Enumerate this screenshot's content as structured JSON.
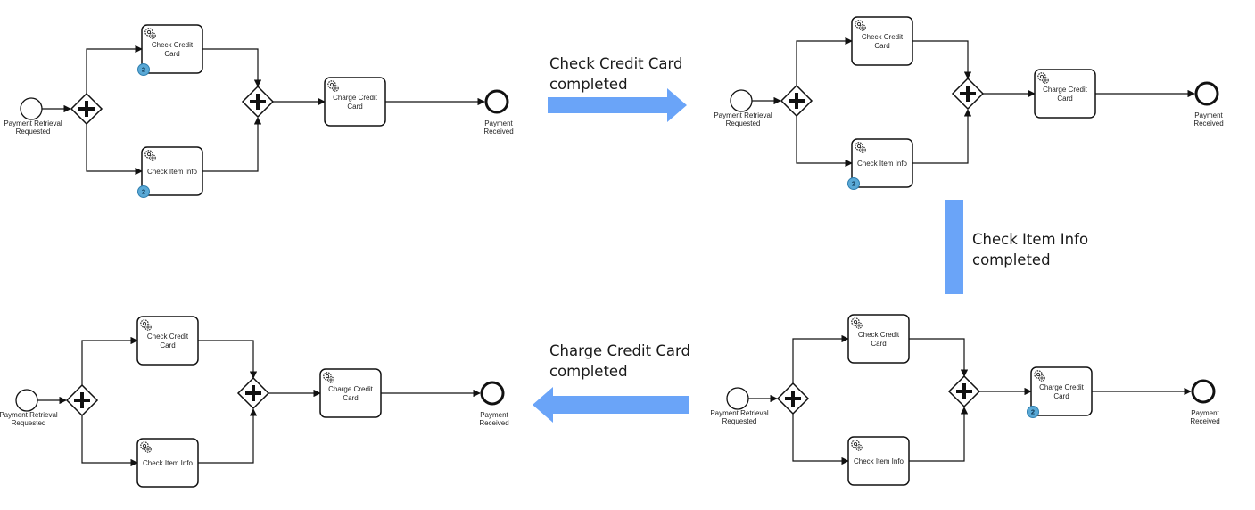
{
  "transitions": [
    {
      "label_line1": "Check Credit Card",
      "label_line2": "completed",
      "arrow_color": "#6aa4f8"
    },
    {
      "label_line1": "Check Item Info",
      "label_line2": "completed",
      "arrow_color": "#6aa4f8"
    },
    {
      "label_line1": "Charge Credit Card",
      "label_line2": "completed",
      "arrow_color": "#6aa4f8"
    }
  ],
  "diagrams": [
    {
      "id": "step-1",
      "start_label_1": "Payment Retrieval",
      "start_label_2": "Requested",
      "task_credit_1": "Check Credit",
      "task_credit_2": "Card",
      "task_item": "Check Item Info",
      "task_charge_1": "Charge Credit",
      "task_charge_2": "Card",
      "end_label_1": "Payment",
      "end_label_2": "Received",
      "badge_credit": "2",
      "badge_item": "2",
      "badge_charge": ""
    },
    {
      "id": "step-2",
      "start_label_1": "Payment Retrieval",
      "start_label_2": "Requested",
      "task_credit_1": "Check Credit",
      "task_credit_2": "Card",
      "task_item": "Check Item Info",
      "task_charge_1": "Charge Credit",
      "task_charge_2": "Card",
      "end_label_1": "Payment",
      "end_label_2": "Received",
      "badge_credit": "",
      "badge_item": "2",
      "badge_charge": ""
    },
    {
      "id": "step-3",
      "start_label_1": "Payment Retrieval",
      "start_label_2": "Requested",
      "task_credit_1": "Check Credit",
      "task_credit_2": "Card",
      "task_item": "Check Item Info",
      "task_charge_1": "Charge Credit",
      "task_charge_2": "Card",
      "end_label_1": "Payment",
      "end_label_2": "Received",
      "badge_credit": "",
      "badge_item": "",
      "badge_charge": "2"
    },
    {
      "id": "step-4",
      "start_label_1": "Payment Retrieval",
      "start_label_2": "Requested",
      "task_credit_1": "Check Credit",
      "task_credit_2": "Card",
      "task_item": "Check Item Info",
      "task_charge_1": "Charge Credit",
      "task_charge_2": "Card",
      "end_label_1": "Payment",
      "end_label_2": "Received",
      "badge_credit": "",
      "badge_item": "",
      "badge_charge": ""
    }
  ],
  "colors": {
    "badge_fill": "#5aa9d6",
    "line": "#111111"
  }
}
